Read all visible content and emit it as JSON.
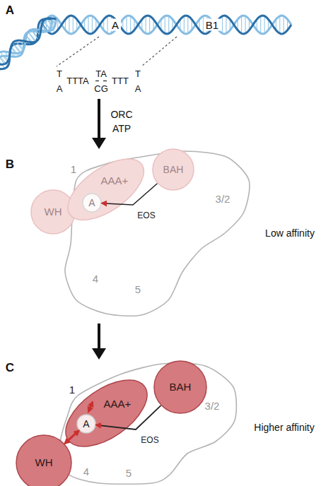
{
  "diagram": {
    "nodes": [
      {
        "text": [
          "4",
          "5",
          "3/2"
        ]
      },
      {
        "text": [
          "WH"
        ]
      },
      {
        "text": [
          "1",
          "AAA+"
        ]
      },
      {
        "text": [
          "BAH"
        ]
      },
      {
        "text": [
          "A"
        ],
        "in": 2
      },
      {
        "text": [
          "4",
          "5",
          "3/2"
        ]
      },
      {
        "text": [
          "WH"
        ]
      },
      {
        "text": [
          "1",
          "AAA+"
        ]
      },
      {
        "text": [
          "BAH"
        ]
      },
      {
        "text": [
          "A"
        ],
        "in": 7
      }
    ],
    "edges": [
      {
        "from": 3,
        "to": 4,
        "label": "EOS",
        "arrow": "to"
      },
      {
        "from": 8,
        "to": 9,
        "label": "EOS",
        "arrow": "to"
      },
      {
        "from": 6,
        "to": 9,
        "arrow": "both"
      }
    ],
    "labels": [
      "A",
      "A",
      "B1",
      "T",
      "A",
      "TTTA",
      "TA",
      "CG",
      "TTT",
      "T",
      "A",
      "ORC",
      "ATP",
      "B",
      "Low affinity",
      "C",
      "Higher affinity"
    ]
  }
}
